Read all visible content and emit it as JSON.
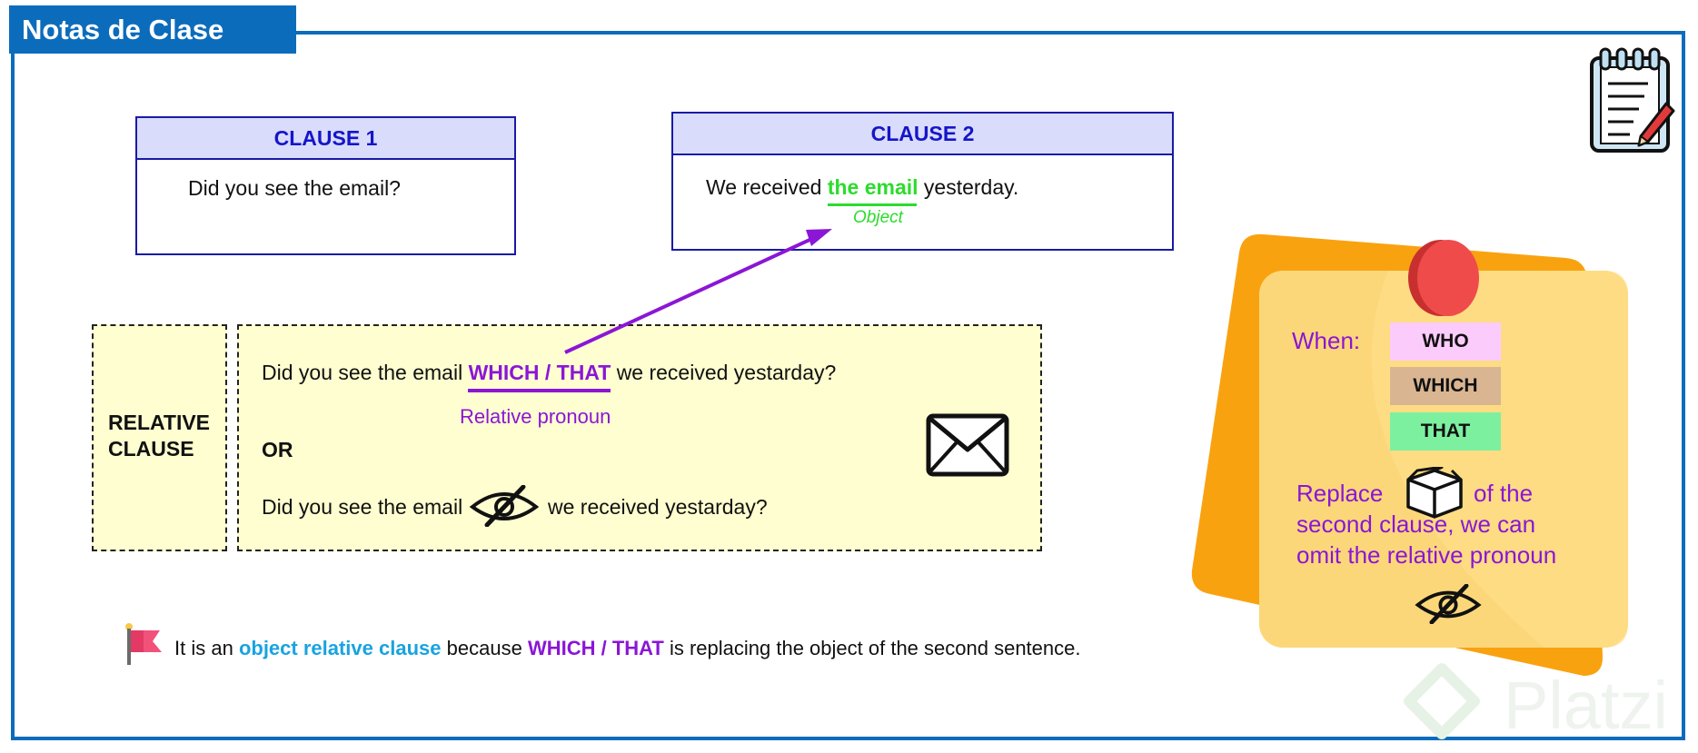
{
  "header": {
    "title": "Notas de Clase"
  },
  "clause1": {
    "heading": "CLAUSE 1",
    "sentence": "Did you see the email?"
  },
  "clause2": {
    "heading": "CLAUSE 2",
    "before": "We received",
    "highlight": "the email",
    "after": "yesterday.",
    "object_label": "Object"
  },
  "relative": {
    "label_line1": "RELATIVE",
    "label_line2": "CLAUSE",
    "sentence1_before": "Did you see the email",
    "sentence1_pronoun": "WHICH / THAT",
    "sentence1_after": "we received yestarday?",
    "pronoun_label": "Relative pronoun",
    "or": "OR",
    "sentence2_before": "Did you see the email",
    "sentence2_after": "we received yestarday?"
  },
  "note": {
    "part1": "It is an",
    "highlight1": "object relative clause",
    "part2": "because",
    "highlight2": "WHICH / THAT",
    "part3": "is replacing the object of the second sentence."
  },
  "sticky": {
    "when": "When:",
    "pronouns": [
      "WHO",
      "WHICH",
      "THAT"
    ],
    "pronoun_colors": [
      "#fbccfb",
      "#d9b592",
      "#7df0a0"
    ],
    "replace_word": "Replace",
    "replace_rest": "of the",
    "line2": "second clause, we can",
    "line3": "omit the relative pronoun"
  },
  "watermark": {
    "text": "Platzi"
  },
  "colors": {
    "brand_blue": "#0c6cbc",
    "clause_blue": "#1515c8",
    "green": "#2cdc2c",
    "purple": "#8b16d6",
    "cyan": "#19a3e0"
  },
  "icons": [
    "notepad-icon",
    "envelope-icon",
    "eye-slash-icon",
    "box-icon",
    "pin-icon",
    "flag-icon"
  ]
}
